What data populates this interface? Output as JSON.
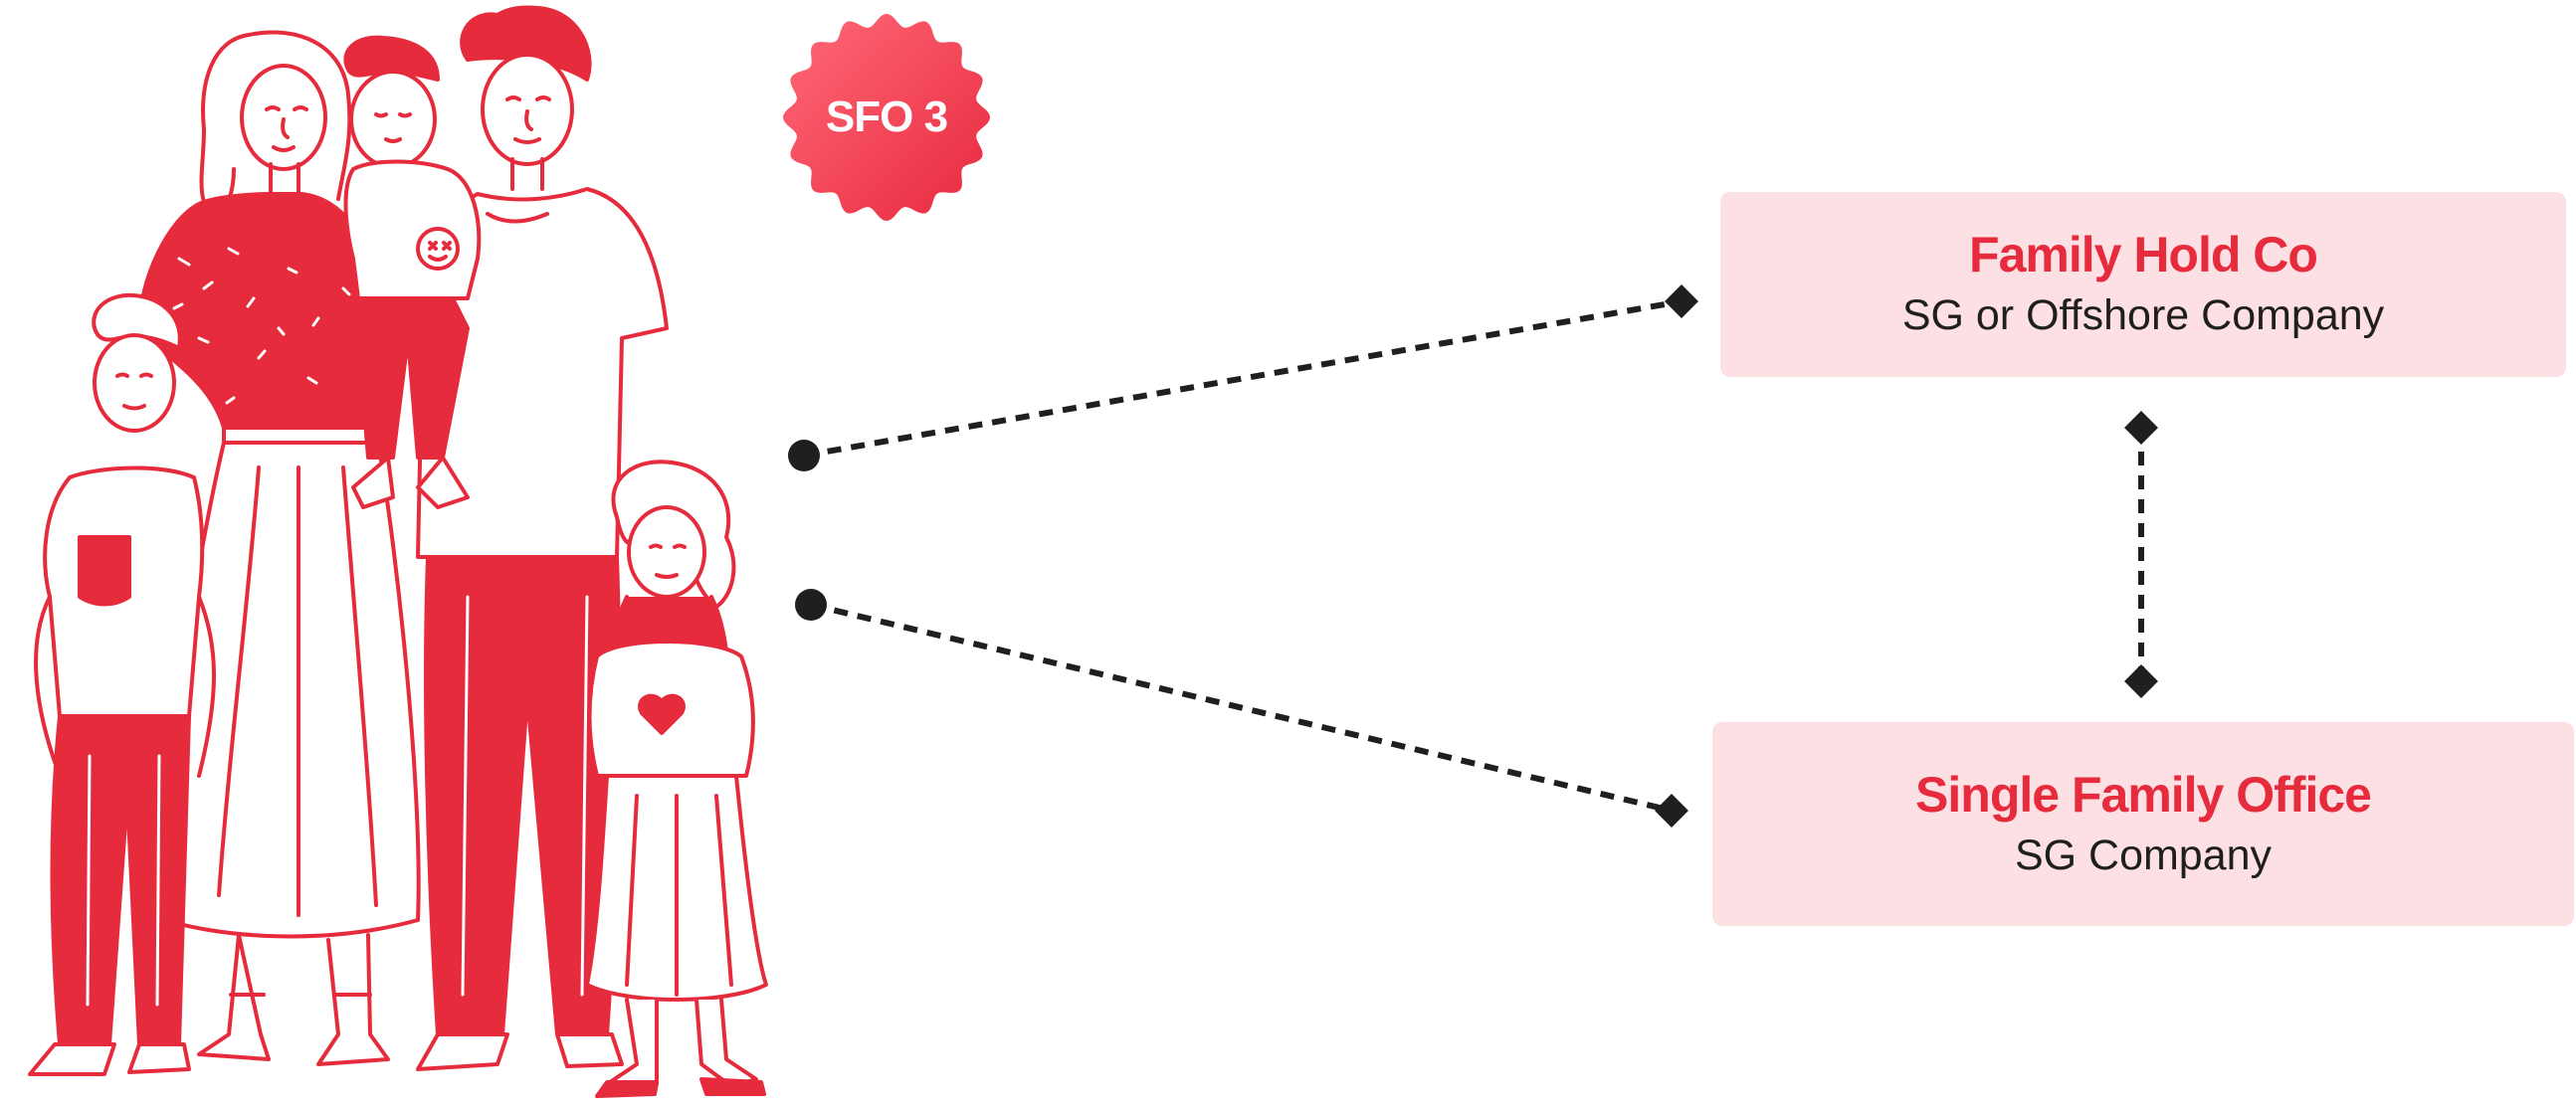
{
  "badge": {
    "label": "SFO 3",
    "color": "#f0384f"
  },
  "illustration": {
    "name": "family-illustration",
    "accent_color": "#e62b3c"
  },
  "entities": {
    "holdco": {
      "title": "Family Hold Co",
      "subtitle": "SG or Offshore Company"
    },
    "sfo": {
      "title": "Single Family Office",
      "subtitle": "SG Company"
    }
  },
  "colors": {
    "accent": "#e62b3c",
    "box_fill": "#fde0e4",
    "connector": "#1f1f1f",
    "text": "#1f1f1f"
  }
}
